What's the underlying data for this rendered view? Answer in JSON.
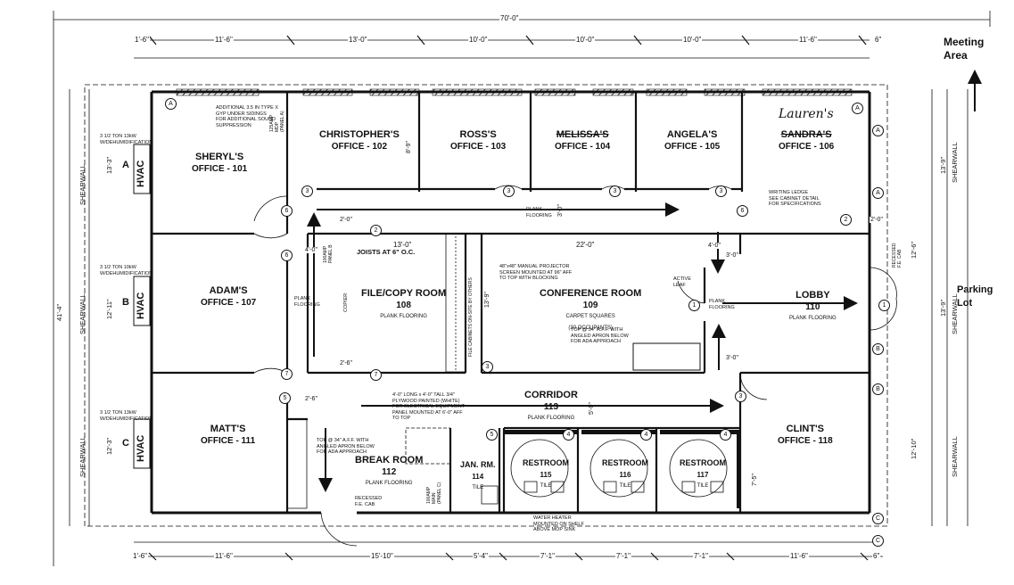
{
  "overall_dim": "70'-0\"",
  "top_dims": [
    "1'-6\"",
    "11'-6\"",
    "13'-0\"",
    "10'-0\"",
    "10'-0\"",
    "10'-0\"",
    "11'-6\"",
    "6\""
  ],
  "bottom_dims": [
    "1'-6\"",
    "11'-6\"",
    "15'-10\"",
    "5'-4\"",
    "7'-1\"",
    "7'-1\"",
    "7'-1\"",
    "11'-6\"",
    "6\""
  ],
  "left_dims": [
    "41'-4\"",
    "13'-3\"",
    "12'-11\"",
    "12'-3\""
  ],
  "right_dims": [
    "13'-9\"",
    "12'-6\"",
    "13'-9\"",
    "12'-10\""
  ],
  "shearwall_label": "SHEARWALL",
  "meeting_area": "Meeting\nArea",
  "parking_lot": "Parking\nLot",
  "handwritten": "Lauren's",
  "hvac": [
    {
      "label": "HVAC",
      "tag": "A",
      "note": "3 1/2 TON 13kW\nW/DEHUMIDIFICATION"
    },
    {
      "label": "HVAC",
      "tag": "B",
      "note": "3 1/2 TON 10kW\nW/DEHUMIDIFICATION"
    },
    {
      "label": "HVAC",
      "tag": "C",
      "note": "3 1/2 TON 13kW\nW/DEHUMIDIFICATION"
    }
  ],
  "rooms": {
    "sheryl": {
      "name": "SHERYL'S",
      "sub": "OFFICE - 101"
    },
    "christopher": {
      "name": "CHRISTOPHER'S",
      "sub": "OFFICE - 102"
    },
    "ross": {
      "name": "ROSS'S",
      "sub": "OFFICE - 103"
    },
    "melissa": {
      "name": "MELISSA'S",
      "sub": "OFFICE - 104"
    },
    "angela": {
      "name": "ANGELA'S",
      "sub": "OFFICE - 105"
    },
    "sandra": {
      "name": "SANDRA'S",
      "sub": "OFFICE - 106"
    },
    "adam": {
      "name": "ADAM'S",
      "sub": "OFFICE - 107"
    },
    "file_copy": {
      "name": "FILE/COPY ROOM",
      "sub": "108",
      "floor": "PLANK FLOORING"
    },
    "conference": {
      "name": "CONFERENCE ROOM",
      "sub": "109",
      "floor": "CARPET SQUARES",
      "note": "(30 OCCUPANTS)"
    },
    "lobby": {
      "name": "LOBBY",
      "sub": "110",
      "floor": "PLANK FLOORING"
    },
    "matt": {
      "name": "MATT'S",
      "sub": "OFFICE - 111"
    },
    "break": {
      "name": "BREAK ROOM",
      "sub": "112",
      "floor": "PLANK FLOORING"
    },
    "corridor": {
      "name": "CORRIDOR",
      "sub": "113",
      "floor": "PLANK FLOORING"
    },
    "janitor": {
      "name": "JAN. RM.",
      "sub": "114",
      "floor": "TILE"
    },
    "restroom1": {
      "name": "RESTROOM",
      "sub": "115",
      "floor": "TILE"
    },
    "restroom2": {
      "name": "RESTROOM",
      "sub": "116",
      "floor": "TILE"
    },
    "restroom3": {
      "name": "RESTROOM",
      "sub": "117",
      "floor": "TILE"
    },
    "clint": {
      "name": "CLINT'S",
      "sub": "OFFICE - 118"
    }
  },
  "labels": {
    "joists": "JOISTS AT 6\" O.C.",
    "plank1": "PLANK\nFLOORING",
    "plank2": "PLANK\nFLOORING",
    "plank3": "PLANK\nFLOORING",
    "copier": "COPIER",
    "file_cabinets": "FILE CABINETS ON-SITE BY OTHERS",
    "active_leaf": "ACTIVE\nLEAF",
    "insulation": "ADDITIONAL 3.5 IN TYPE X\nGYP UNDER SIDINGS\nFOR ADDITIONAL SOUND\nSUPPRESSION",
    "projector": "48\"x48\" MANUAL PROJECTOR\nSCREEN MOUNTED AT 96\" AFF\nTO TOP WITH BLOCKING",
    "writing_ledge": "WRITING LEDGE\nSEE CABINET DETAIL\nFOR SPECIFICATIONS",
    "ada_top": "TOP @ 34\" A.F.F. WITH\nANGLED APRON BELOW\nFOR ADA APPROACH",
    "ada_break": "TOP @ 34\" A.F.F. WITH\nANGLED APRON BELOW\nFOR ADA APPROACH",
    "plywood": "4'-0\" LONG x 4'-0\" TALL 3/4\"\nPLYWOOD PAINTED (WHITE)\nFOR ELECTRICAL EQUIPMENT\nPANEL MOUNTED AT 6'-0\" AFF\nTO TOP",
    "water_heater": "WATER HEATER\nMOUNTED ON SHELF\nABOVE MOP SINK",
    "recessed_fe": "RECESSED\nF.E. CAB",
    "panel_b": "125AMP\nMDP\n(PANEL A)",
    "panel_c": "100AMP\nPANEL B",
    "panel_d": "100AMP\nMAIN\n(PANEL C)",
    "recessed_fe2": "RECESSED\nF.E. CAB"
  },
  "small_dims": [
    "2'-0\"",
    "2'-6\"",
    "13'-0\"",
    "22'-0\"",
    "4'-0\"",
    "3'-0\"",
    "3'-0\"",
    "2'-0\"",
    "13'-9\"",
    "8'-9\"",
    "5'-0\"",
    "3'-0\"",
    "7'-5\"",
    "4'-0\"",
    "2'-6\""
  ],
  "tags": [
    "3",
    "3",
    "3",
    "3",
    "3",
    "6",
    "6",
    "2",
    "1",
    "1",
    "2",
    "5",
    "5",
    "6",
    "7",
    "7",
    "4",
    "4",
    "4",
    "3",
    "A",
    "A",
    "A",
    "A",
    "B",
    "B",
    "C",
    "C"
  ]
}
